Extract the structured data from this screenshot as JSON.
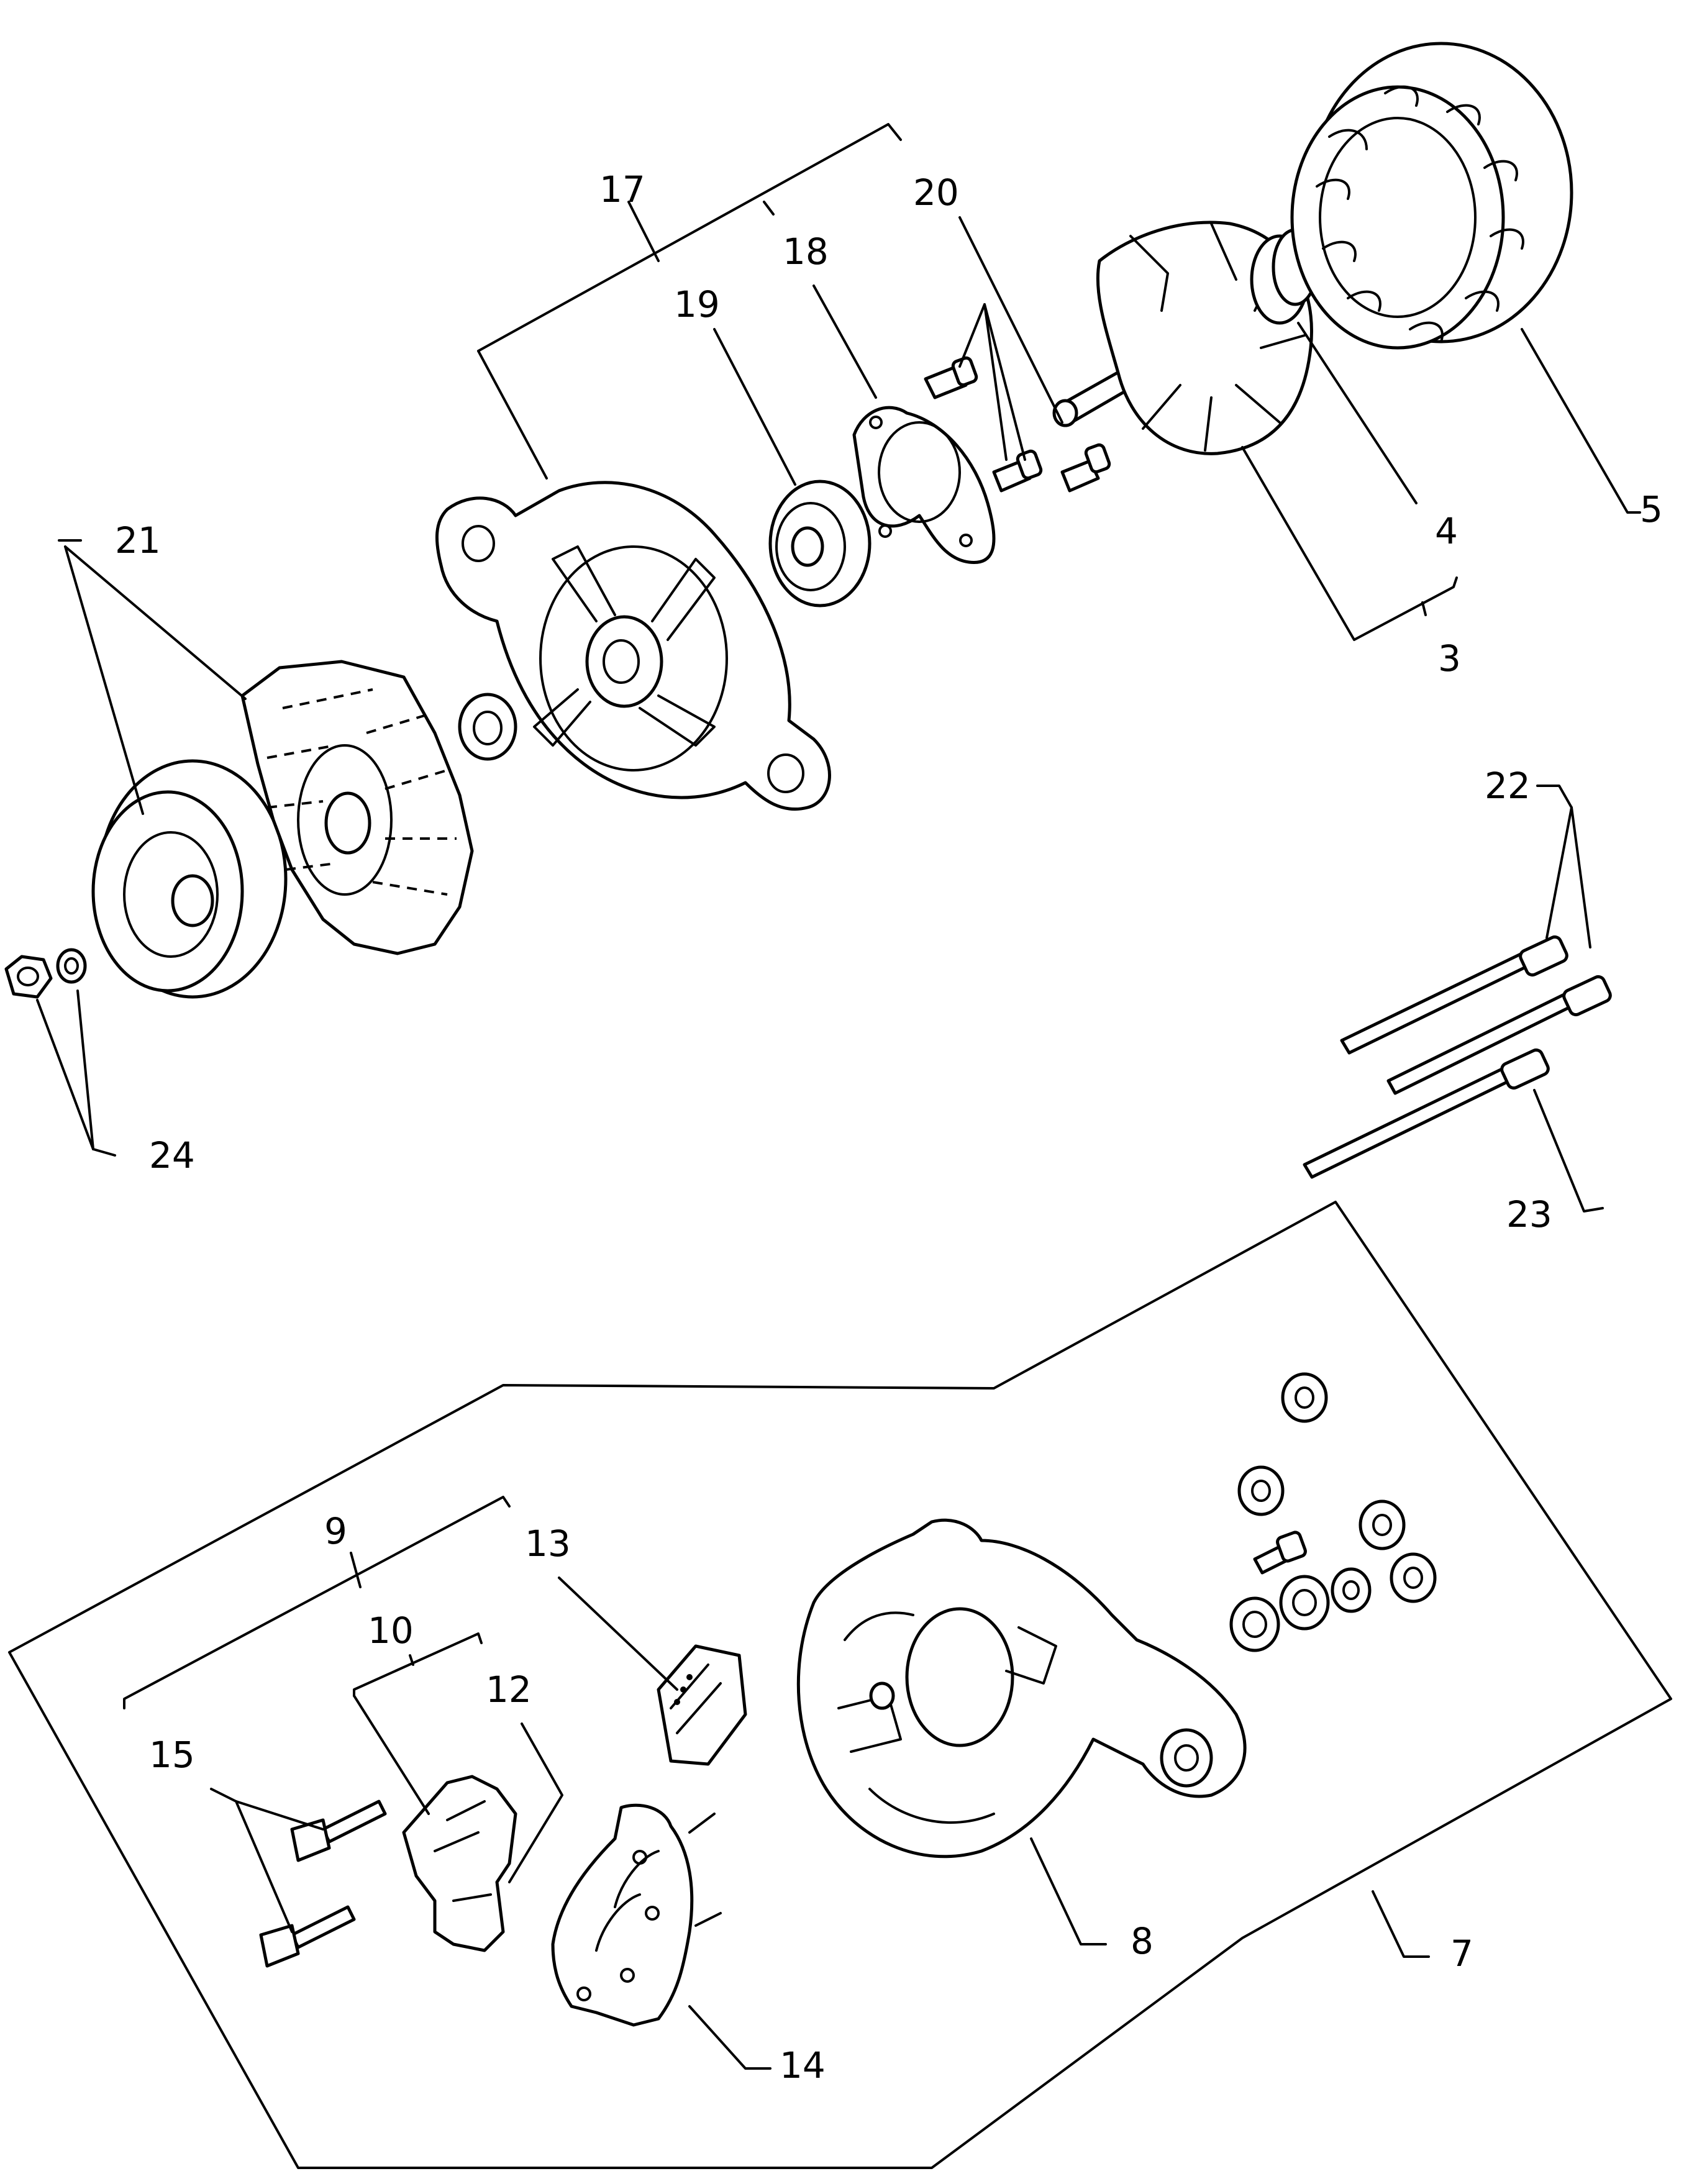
{
  "callouts": {
    "c3": "3",
    "c4": "4",
    "c5": "5",
    "c7": "7",
    "c8": "8",
    "c9": "9",
    "c10": "10",
    "c12": "12",
    "c13": "13",
    "c14": "14",
    "c15": "15",
    "c17": "17",
    "c18": "18",
    "c19": "19",
    "c20": "20",
    "c21": "21",
    "c22": "22",
    "c23": "23",
    "c24": "24"
  }
}
